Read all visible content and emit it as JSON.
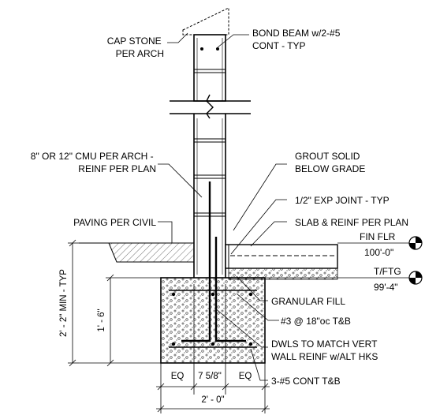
{
  "callouts": {
    "cap_stone": [
      "CAP STONE",
      "PER ARCH"
    ],
    "bond_beam": [
      "BOND BEAM w/2-#5",
      "CONT - TYP"
    ],
    "cmu": [
      "8\" OR 12\" CMU PER ARCH -",
      "REINF PER PLAN"
    ],
    "grout": [
      "GROUT SOLID",
      "BELOW GRADE"
    ],
    "exp_joint": "1/2\" EXP JOINT - TYP",
    "paving": "PAVING PER CIVIL",
    "slab": "SLAB & REINF PER PLAN",
    "granular_fill": "GRANULAR FILL",
    "stirrups": "#3 @ 18\"oc T&B",
    "dowels": [
      "DWLS TO MATCH VERT",
      "WALL REINF w/ALT HKS"
    ],
    "cont_bars": "3-#5 CONT T&B"
  },
  "elevations": {
    "fin_flr_label": "FIN FLR",
    "fin_flr_value": "100'-0\"",
    "tftg_label": "T/FTG",
    "tftg_value": "99'-4\""
  },
  "dimensions": {
    "min_depth": "2' - 2\" MIN - TYP",
    "footing_depth": "1' - 6\"",
    "eq_left": "EQ",
    "wall_width": "7 5/8\"",
    "eq_right": "EQ",
    "footing_width": "2' - 0\""
  }
}
